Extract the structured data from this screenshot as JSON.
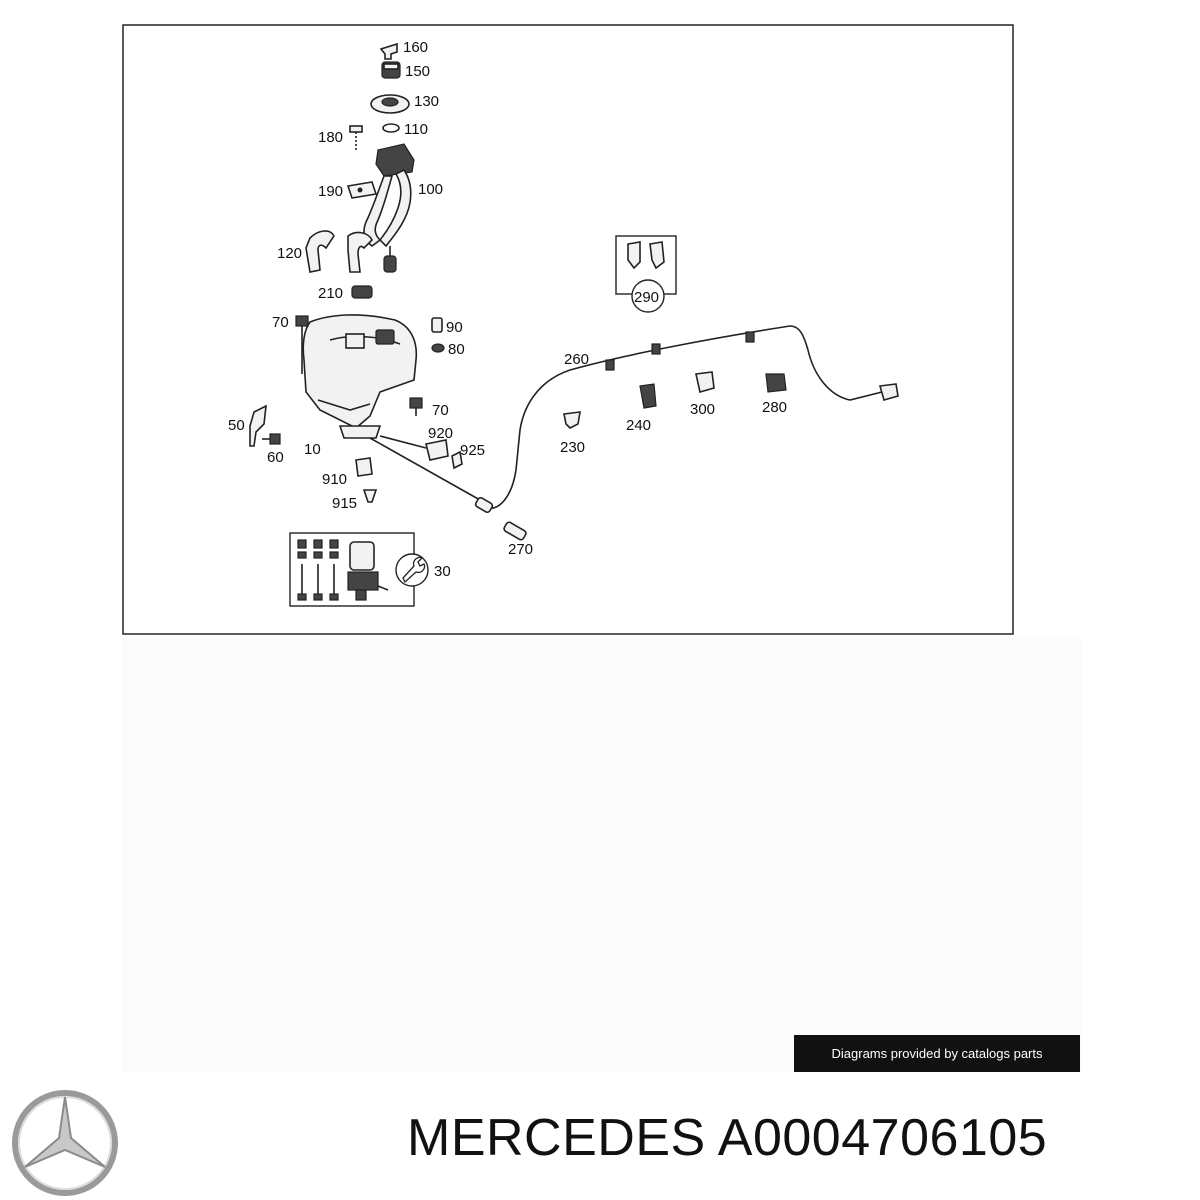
{
  "diagram": {
    "labels": {
      "p160": "160",
      "p150": "150",
      "p130": "130",
      "p110": "110",
      "p180": "180",
      "p190": "190",
      "p100": "100",
      "p120": "120",
      "p210": "210",
      "p70a": "70",
      "p90": "90",
      "p80": "80",
      "p50": "50",
      "p70b": "70",
      "p60": "60",
      "p10": "10",
      "p920": "920",
      "p925": "925",
      "p910": "910",
      "p915": "915",
      "p260": "260",
      "p290": "290",
      "p230": "230",
      "p240": "240",
      "p300": "300",
      "p280": "280",
      "p270": "270",
      "p30": "30"
    }
  },
  "credit": {
    "text": "Diagrams provided by catalogs parts"
  },
  "footer": {
    "title": "MERCEDES A0004706105"
  },
  "icons": {
    "brand": "mercedes-star-icon",
    "tool": "wrench-icon"
  },
  "colors": {
    "ink": "#111111",
    "credit_bg": "#111111",
    "canvas_bg": "#fbfbfb"
  }
}
